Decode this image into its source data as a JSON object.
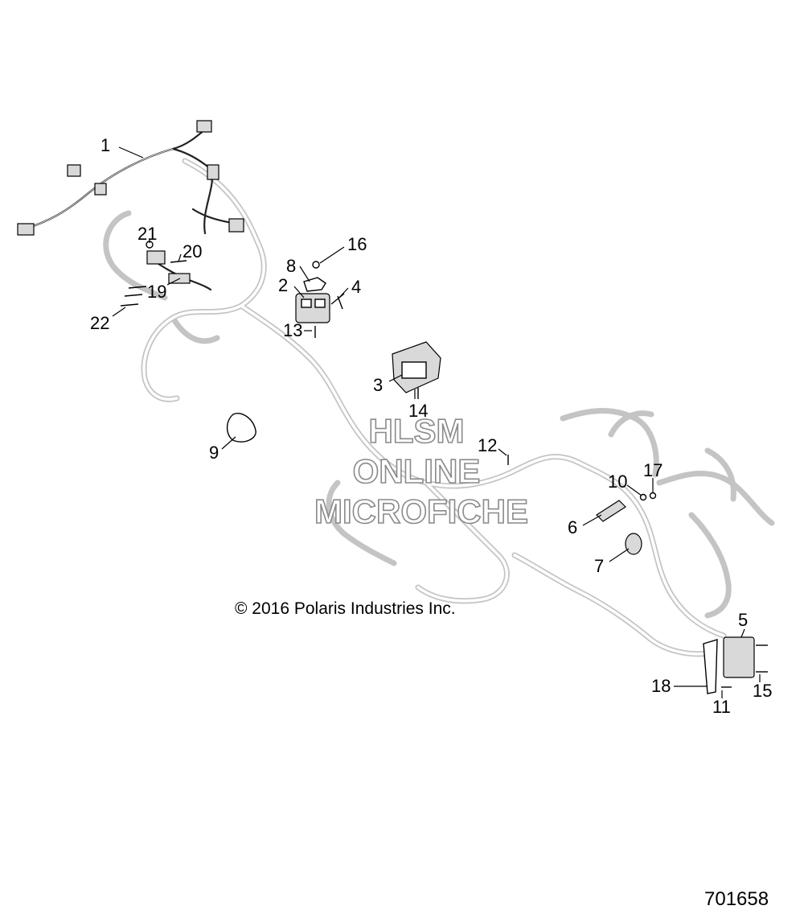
{
  "diagram": {
    "callouts": [
      "1",
      "2",
      "3",
      "4",
      "5",
      "6",
      "7",
      "8",
      "9",
      "10",
      "11",
      "12",
      "13",
      "14",
      "15",
      "16",
      "17",
      "18",
      "19",
      "20",
      "21",
      "22"
    ],
    "watermark": {
      "line1": "HLSM",
      "line2": "ONLINE",
      "line3": "MICROFICHE"
    },
    "copyright": "© 2016 Polaris Industries Inc.",
    "figure_id": "701658"
  }
}
